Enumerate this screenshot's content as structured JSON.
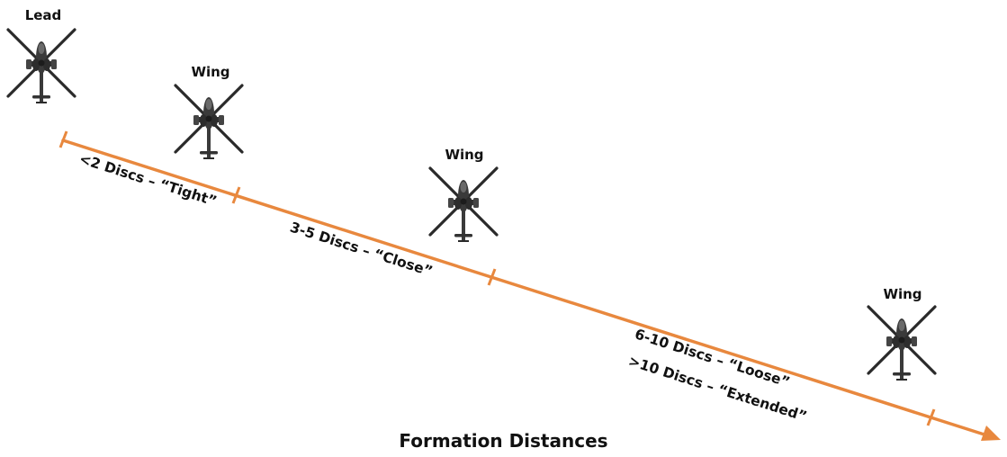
{
  "title": "Formation Distances",
  "colors": {
    "arrow": "#E8883E",
    "aircraft": "#2a2a2a",
    "text": "#111111"
  },
  "aircraft": [
    {
      "label": "Lead",
      "icon": "helicopter-icon"
    },
    {
      "label": "Wing",
      "icon": "helicopter-icon"
    },
    {
      "label": "Wing",
      "icon": "helicopter-icon"
    },
    {
      "label": "Wing",
      "icon": "helicopter-icon"
    }
  ],
  "distances": [
    {
      "label": "<2 Discs – “Tight”"
    },
    {
      "label": "3-5 Discs – “Close”"
    },
    {
      "label": "6-10 Discs – “Loose”"
    },
    {
      "label": ">10 Discs – “Extended”"
    }
  ]
}
